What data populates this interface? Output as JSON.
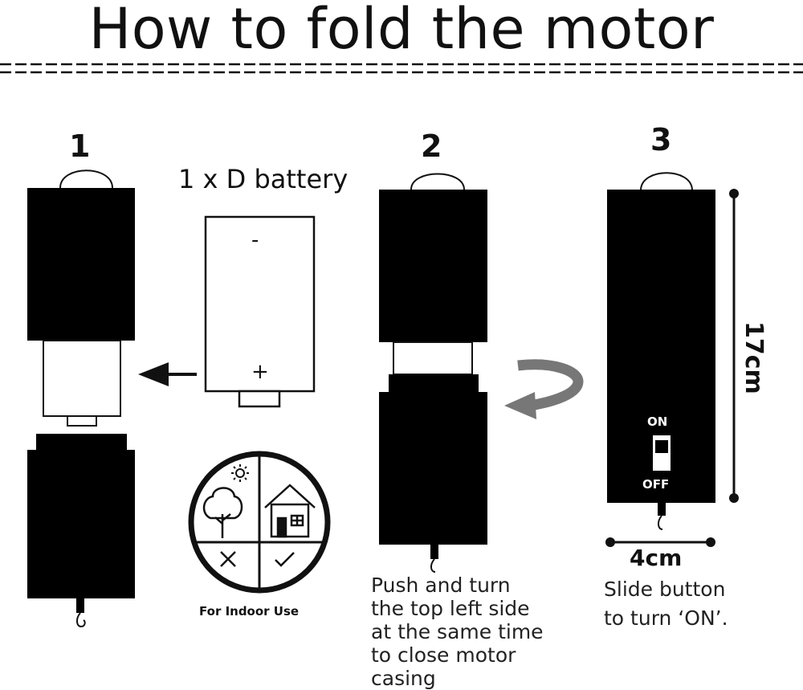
{
  "title": "How to fold the motor",
  "step1": {
    "number": "1",
    "battery_label": "1 x D battery",
    "minus": "-",
    "plus": "+"
  },
  "step2": {
    "number": "2",
    "caption_lines": [
      "Push and turn",
      "the top left side",
      "at the same time",
      "to close motor",
      "casing"
    ]
  },
  "step3": {
    "number": "3",
    "switch_on": "ON",
    "switch_off": "OFF",
    "height_label": "17cm",
    "width_label": "4cm",
    "caption_lines": [
      "Slide button",
      "to turn ‘ON’."
    ]
  },
  "indoor_badge": {
    "label": "For Indoor Use"
  }
}
